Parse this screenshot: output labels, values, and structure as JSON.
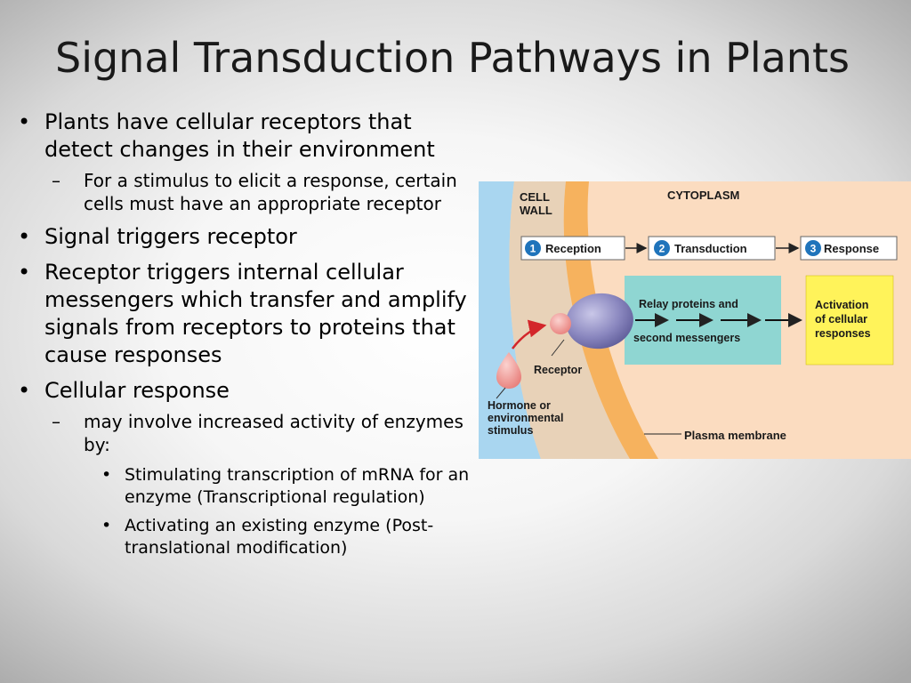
{
  "slide": {
    "title": "Signal Transduction Pathways in Plants"
  },
  "bullets": [
    {
      "marker": "•",
      "text": "Plants have cellular receptors that detect changes in their environment"
    },
    {
      "marker": "–",
      "text": "For a stimulus to elicit a response, certain cells must have an appropriate receptor"
    },
    {
      "marker": "•",
      "text": "Signal triggers receptor"
    },
    {
      "marker": "•",
      "text": "Receptor triggers internal cellular messengers which transfer and amplify signals from receptors to proteins that cause responses"
    },
    {
      "marker": "•",
      "text": "Cellular response"
    },
    {
      "marker": "–",
      "text": "may involve increased activity of enzymes by:"
    },
    {
      "marker": "•",
      "text": "Stimulating transcription of mRNA for an enzyme (Transcriptional regulation)"
    },
    {
      "marker": "•",
      "text": "Activating an existing enzyme (Post-translational modification)"
    }
  ],
  "figure": {
    "cell_wall_line1": "CELL",
    "cell_wall_line2": "WALL",
    "cytoplasm": "CYTOPLASM",
    "steps": [
      {
        "num": "1",
        "label": "Reception"
      },
      {
        "num": "2",
        "label": "Transduction"
      },
      {
        "num": "3",
        "label": "Response"
      }
    ],
    "relay_line1": "Relay proteins and",
    "relay_line2": "second messengers",
    "activation_line1": "Activation",
    "activation_line2": "of cellular",
    "activation_line3": "responses",
    "receptor_label": "Receptor",
    "hormone_line1": "Hormone or",
    "hormone_line2": "environmental",
    "hormone_line3": "stimulus",
    "membrane_label": "Plasma membrane",
    "colors": {
      "cell_wall": "#a9d6f0",
      "wall_band": "#e8d2b8",
      "membrane": "#f6b25e",
      "cytoplasm": "#fbdcc0",
      "step_circle": "#1f74bb",
      "relay_box": "#8fd6d2",
      "activation_box": "#fff35a",
      "receptor": "#8a87bf",
      "ligand": "#f3a3a0",
      "arrow_red": "#d3262b"
    }
  }
}
